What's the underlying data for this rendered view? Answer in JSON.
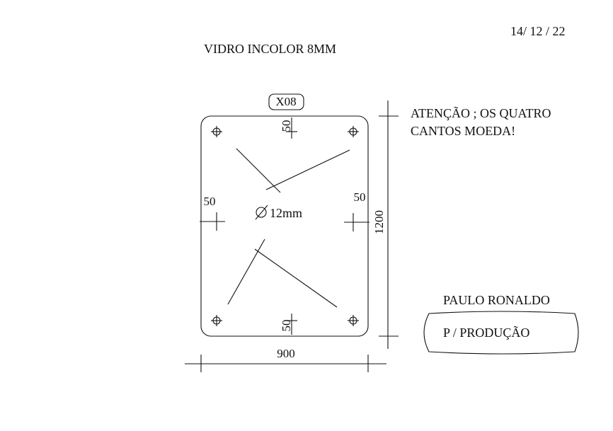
{
  "header": {
    "date": "14/ 12 / 22",
    "title": "VIDRO INCOLOR 8MM"
  },
  "piece": {
    "code": "X08",
    "hole_diameter": "12mm",
    "hole_symbol": "∅",
    "offset_top": "50",
    "offset_bottom": "50",
    "offset_left": "50",
    "offset_right": "50",
    "height": "1200",
    "width": "900"
  },
  "note": {
    "line1": "ATENÇÃO ; OS QUATRO",
    "line2": "CANTOS MOEDA!"
  },
  "signature": {
    "name": "PAULO RONALDO",
    "dept": "P / PRODUÇÃO"
  }
}
